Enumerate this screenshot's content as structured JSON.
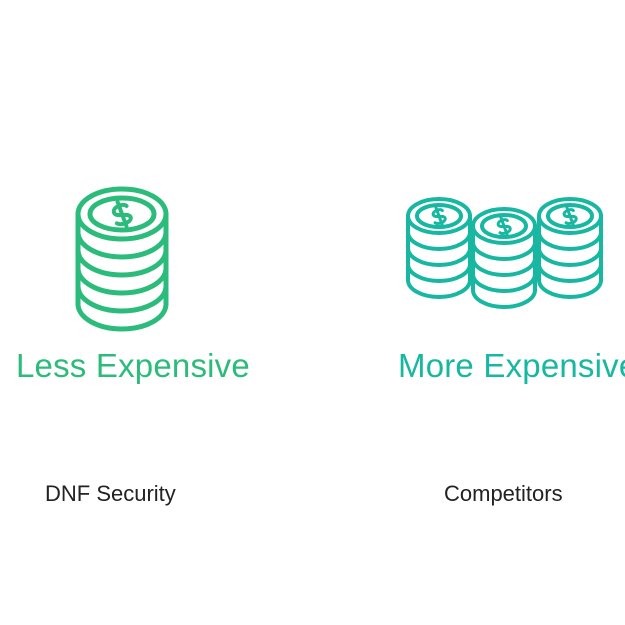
{
  "left": {
    "heading": "Less Expensive",
    "caption": "DNF Security",
    "icon": "coin-stack-icon",
    "color": "#2bbb7a"
  },
  "right": {
    "heading": "More Expensive",
    "caption": "Competitors",
    "icon": "coin-stacks-icon",
    "color": "#17b7a1"
  }
}
